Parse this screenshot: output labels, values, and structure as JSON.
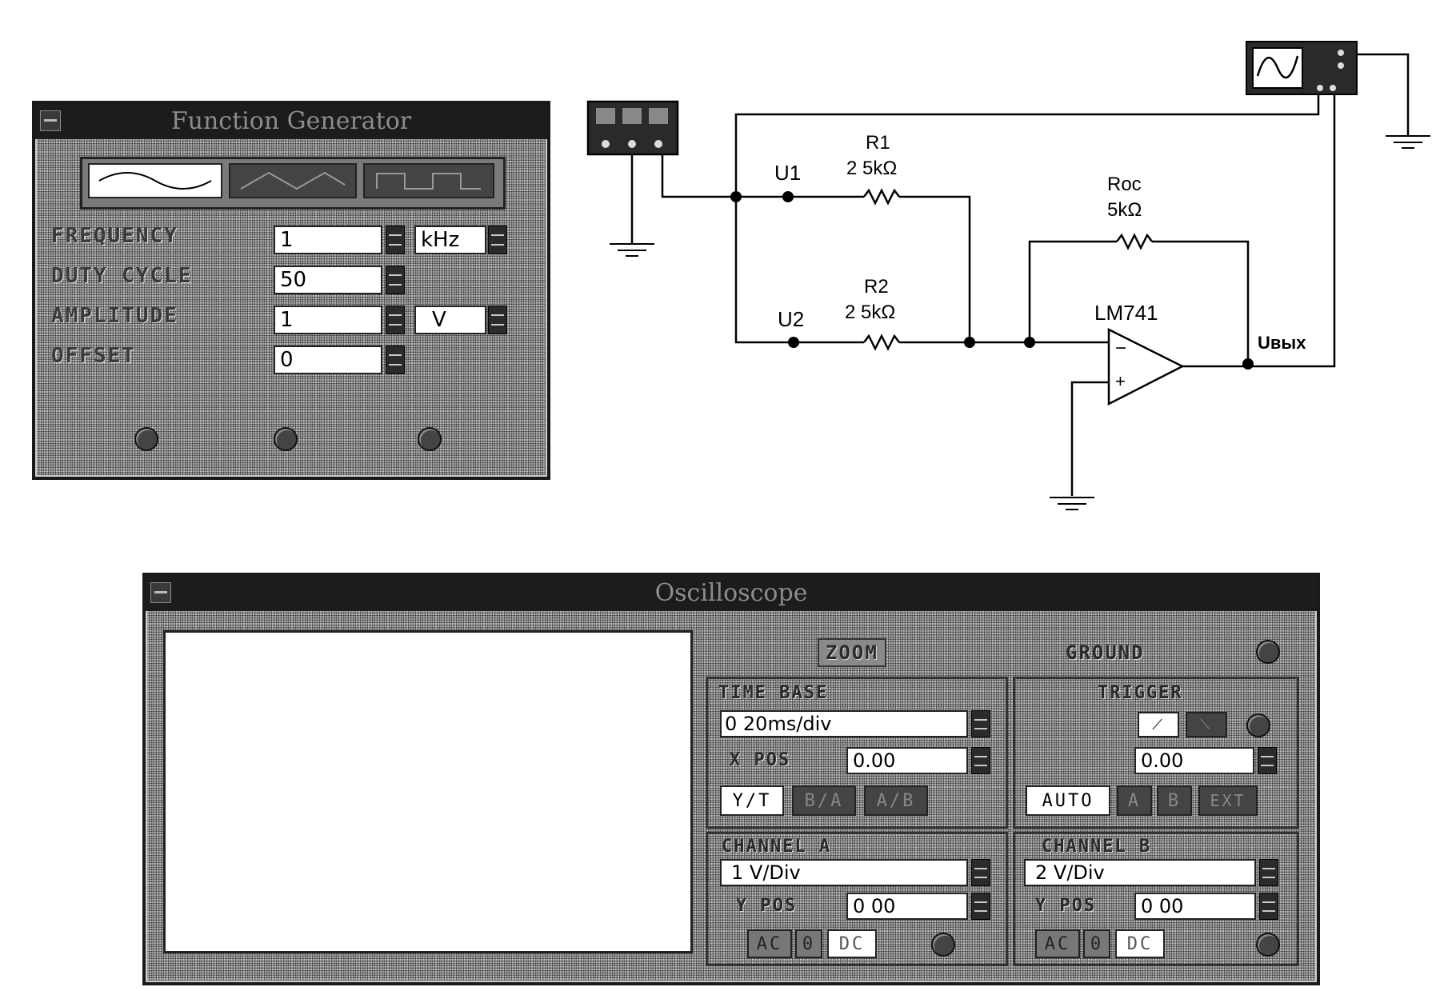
{
  "function_generator": {
    "title": "Function Generator",
    "labels": {
      "frequency": "FREQUENCY",
      "duty_cycle": "DUTY CYCLE",
      "amplitude": "AMPLITUDE",
      "offset": "OFFSET"
    },
    "frequency_value": "1",
    "frequency_unit": "kHz",
    "duty_cycle_value": "50",
    "amplitude_value": "1",
    "amplitude_unit": "V",
    "offset_value": "0"
  },
  "schematic": {
    "node_u1": "U1",
    "node_u2": "U2",
    "r1_name": "R1",
    "r1_value": "2 5kΩ",
    "r2_name": "R2",
    "r2_value": "2 5kΩ",
    "roc_name": "Roc",
    "roc_value": "5kΩ",
    "opamp": "LM741",
    "output": "Uвых",
    "minus": "−",
    "plus": "+"
  },
  "oscilloscope": {
    "title": "Oscilloscope",
    "zoom_label": "ZOOM",
    "ground_label": "GROUND",
    "time_base_label": "TIME BASE",
    "trigger_label": "TRIGGER",
    "time_base_value": "0 20ms/div",
    "x_pos_label": "X POS",
    "x_pos_value": "0.00",
    "level_value": "0.00",
    "mode_buttons": [
      "Y/T",
      "B/A",
      "A/B"
    ],
    "trigger_buttons": [
      "AUTO",
      "A",
      "B",
      "EXT"
    ],
    "channel_a": {
      "label": "CHANNEL A",
      "volts": "1 V/Div",
      "y_pos_label": "Y POS",
      "y_pos_value": "0 00",
      "coupling": [
        "AC",
        "0",
        "DC"
      ]
    },
    "channel_b": {
      "label": "CHANNEL B",
      "volts": "2 V/Div",
      "y_pos_label": "Y POS",
      "y_pos_value": "0 00",
      "coupling": [
        "AC",
        "0",
        "DC"
      ]
    }
  }
}
